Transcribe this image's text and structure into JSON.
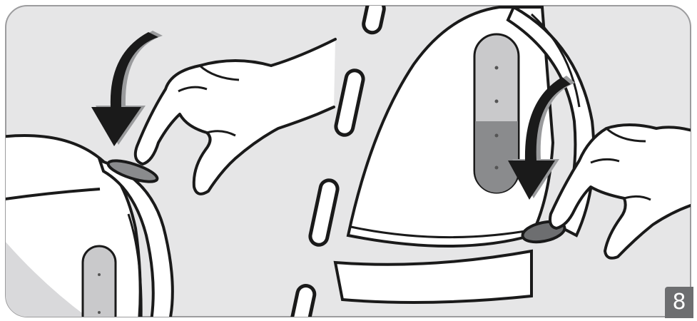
{
  "figure": {
    "step_number": "8"
  },
  "colors": {
    "panel_background": "#e6e6e7",
    "outline": "#1a1a1a",
    "appliance_white": "#ffffff",
    "window_light": "#c9c9cb",
    "water_level": "#8a8b8d",
    "arrow_fill": "#1a1a1a",
    "arrow_shadow": "#9a9b9d",
    "badge": "#6d6e70"
  },
  "icons": {
    "left_arrow": "curved-down-arrow",
    "right_arrow": "curved-down-arrow",
    "divider": "dashed-slot-line"
  }
}
